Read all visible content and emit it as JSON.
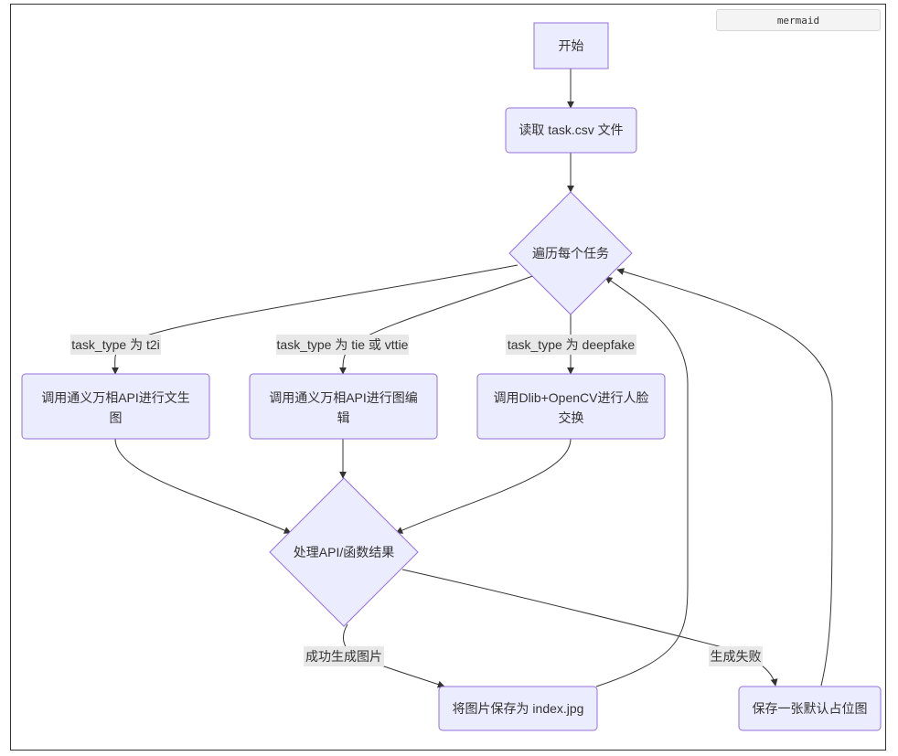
{
  "badge": "mermaid",
  "nodes": {
    "start": "开始",
    "read": "读取 task.csv 文件",
    "loop": "遍历每个任务",
    "t2i_line1": "调用通义万相API进行文生",
    "t2i_line2": "图",
    "edit_line1": "调用通义万相API进行图编",
    "edit_line2": "辑",
    "swap_line1": "调用Dlib+OpenCV进行人脸",
    "swap_line2": "交换",
    "process": "处理API/函数结果",
    "save": "将图片保存为 index.jpg",
    "placeholder": "保存一张默认占位图"
  },
  "edge_labels": {
    "t2i": "task_type 为 t2i",
    "edit": "task_type 为 tie 或 vttie",
    "deepfake": "task_type 为 deepfake",
    "success": "成功生成图片",
    "fail": "生成失败"
  },
  "colors": {
    "node_fill": "#ececff",
    "node_stroke": "#9370db",
    "edge": "#333333",
    "label_bg": "#e8e8e8"
  }
}
